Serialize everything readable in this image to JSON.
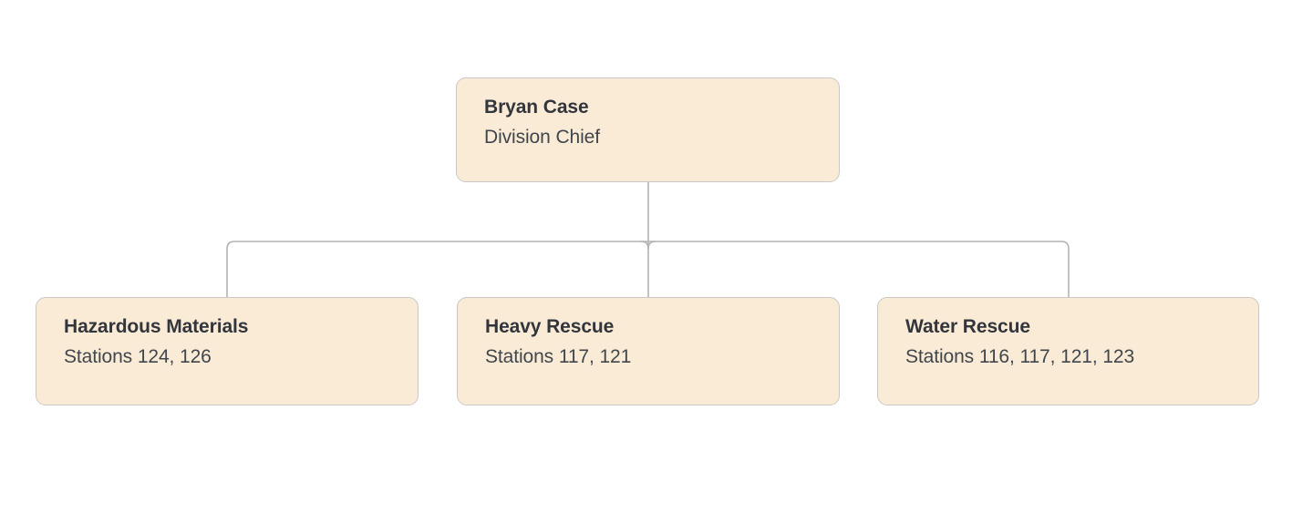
{
  "chart": {
    "type": "org-chart",
    "background_color": "#ffffff",
    "node_fill_color": "#f9ebd6",
    "node_border_color": "#c9c8c6",
    "connector_color": "#b3b3b3",
    "title_color": "#32363c",
    "subtitle_color": "#41464c"
  },
  "root": {
    "title": "Bryan Case",
    "subtitle": "Division Chief"
  },
  "children": [
    {
      "title": "Hazardous Materials",
      "subtitle": "Stations 124, 126"
    },
    {
      "title": "Heavy Rescue",
      "subtitle": "Stations 117, 121"
    },
    {
      "title": "Water Rescue",
      "subtitle": "Stations 116, 117, 121, 123"
    }
  ]
}
